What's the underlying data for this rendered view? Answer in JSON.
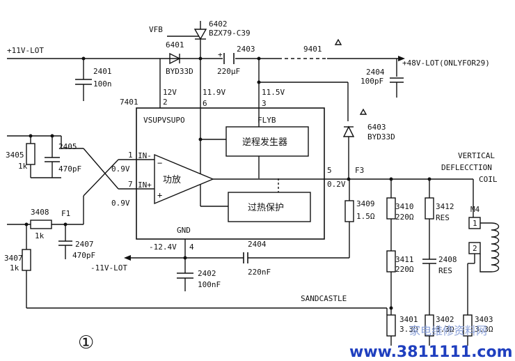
{
  "labels": {
    "vfb": "VFB",
    "zener_ref": "6402",
    "zener_type": "BZX79-C39",
    "supply_11v": "+11V-LOT",
    "d6401_ref": "6401",
    "d6401_type": "BYD33D",
    "c2403_ref": "2403",
    "c2403_val": "220μF",
    "net_9401": "9401",
    "supply_48v": "+48V-LOT(ONLYFOR29)",
    "c2401_ref": "2401",
    "c2401_val": "100n",
    "c2404a_ref": "2404",
    "c2404a_val": "100pF",
    "ic_ref": "7401",
    "v12": "12V",
    "v119": "11.9V",
    "v115": "11.5V",
    "pin2": "2",
    "pin6": "6",
    "pin3": "3",
    "ic_label": "VSUPVSUPO",
    "flyb": "FLYB",
    "block_flyback": "逆程发生器",
    "block_thermal": "过热保护",
    "amp_label": "功放",
    "d6403_ref": "6403",
    "d6403_type": "BYD33D",
    "r3405_ref": "3405",
    "r3405_val": "1k",
    "c2405_ref": "2405",
    "c2405_val": "470pF",
    "in_minus": "IN-",
    "in_plus": "IN+",
    "pin1": "1",
    "pin7": "7",
    "pin5": "5",
    "pin4": "4",
    "v09a": "0.9V",
    "v09b": "0.9V",
    "f3": "F3",
    "v02": "0.2V",
    "vert1": "VERTICAL",
    "vert2": "DEFLECCTION",
    "vert3": "COIL",
    "r3408_ref": "3408",
    "r3408_val": "1k",
    "f1": "F1",
    "r3409_ref": "3409",
    "r3409_val": "1.5Ω",
    "r3410_ref": "3410",
    "r3410_val": "220Ω",
    "r3412_ref": "3412",
    "r3412_val": "RES",
    "m4": "M4",
    "c2407_ref": "2407",
    "c2407_val": "470pF",
    "gnd": "GND",
    "vneg": "-12.4V",
    "c2404b_ref": "2404",
    "supply_neg11": "-11V-LOT",
    "r3407_ref": "3407",
    "r3407_val": "1k",
    "c2402_ref": "2402",
    "c2402_val": "100nF",
    "c2404b_val": "220nF",
    "r3411_ref": "3411",
    "r3411_val": "220Ω",
    "c2408_ref": "2408",
    "c2408_val": "RES",
    "coil_pin1": "1",
    "coil_pin2": "2",
    "sandcastle": "SANDCASTLE",
    "r3401_ref": "3401",
    "r3401_val": "3.3Ω",
    "r3402_ref": "3402",
    "r3402_val": "3.3Ω",
    "r3403_ref": "3403",
    "r3403_val": "3.3Ω",
    "fig_num": "①",
    "watermark": "www.3811111.com",
    "watermark_cn": "家电维修资料网"
  }
}
